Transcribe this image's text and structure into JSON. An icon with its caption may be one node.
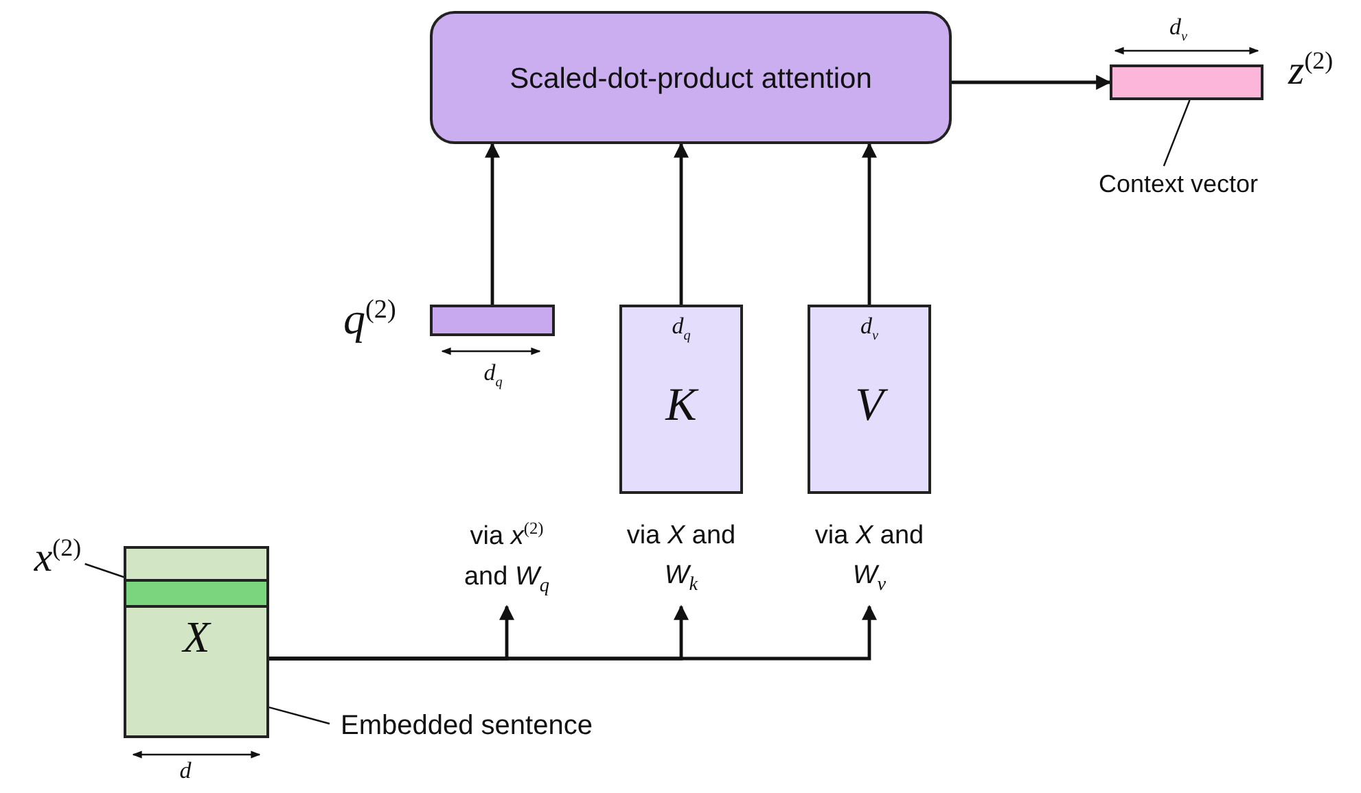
{
  "diagram": {
    "nodes": [
      {
        "text": [
          "Scaled-dot-product attention"
        ]
      },
      {
        "text": [],
        "shape": "bar",
        "beside": [
          "z$^{(2)}$"
        ]
      },
      {
        "text": [
          "Context vector"
        ]
      },
      {
        "text": [],
        "shape": "bar",
        "beside": [
          "q$^{(2)}$"
        ]
      },
      {
        "text": [
          "d$_{q}$",
          "K"
        ]
      },
      {
        "text": [
          "d$_{v}$",
          "V"
        ]
      },
      {
        "text": [
          "X"
        ]
      },
      {
        "text": [],
        "shape": "bar",
        "in": 6
      },
      {
        "text": [
          "x$^{(2)}$"
        ]
      },
      {
        "text": [
          "Embedded sentence"
        ]
      },
      {
        "text": [
          "via *x*$^{(2)}$ and *W*$_{q}$"
        ]
      },
      {
        "text": [
          "via *X* and *W*$_{k}$"
        ]
      },
      {
        "text": [
          "via *X* and *W*$_{v}$"
        ]
      }
    ],
    "edges": [
      {
        "from": 0,
        "to": 1,
        "arrow": "to"
      },
      {
        "from": 3,
        "to": 0,
        "arrow": "to"
      },
      {
        "from": 4,
        "to": 0,
        "arrow": "to"
      },
      {
        "from": 5,
        "to": 0,
        "arrow": "to"
      },
      {
        "from": 6,
        "to": 10,
        "arrow": "to"
      },
      {
        "from": 6,
        "to": 11,
        "arrow": "to"
      },
      {
        "from": 6,
        "to": 12,
        "arrow": "to"
      },
      {
        "from": 2,
        "to": 1,
        "arrow": "none"
      },
      {
        "from": 8,
        "to": 7,
        "arrow": "none"
      },
      {
        "from": 9,
        "to": 6,
        "arrow": "none"
      }
    ],
    "labels": [
      "d$_{v}$",
      "d$_{q}$",
      "d"
    ]
  }
}
